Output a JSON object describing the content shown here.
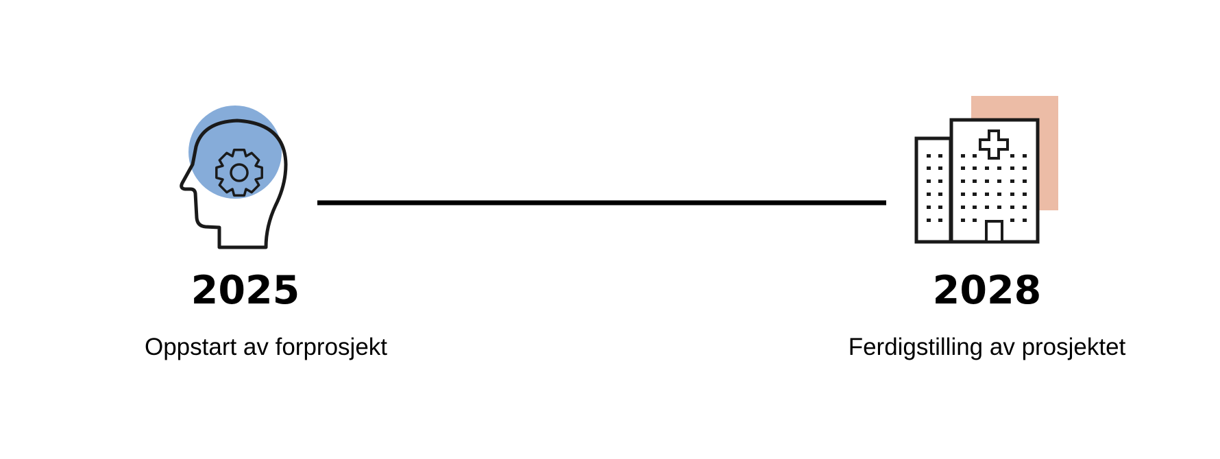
{
  "colors": {
    "head_accent": "#86acd9",
    "hospital_accent": "#ecbca6",
    "stroke": "#1a1a1a",
    "line": "#000000"
  },
  "milestones": [
    {
      "year": "2025",
      "caption": "Oppstart av forprosjekt",
      "icon": "head-gear-icon"
    },
    {
      "year": "2028",
      "caption": "Ferdigstilling av prosjektet",
      "icon": "hospital-icon"
    }
  ]
}
